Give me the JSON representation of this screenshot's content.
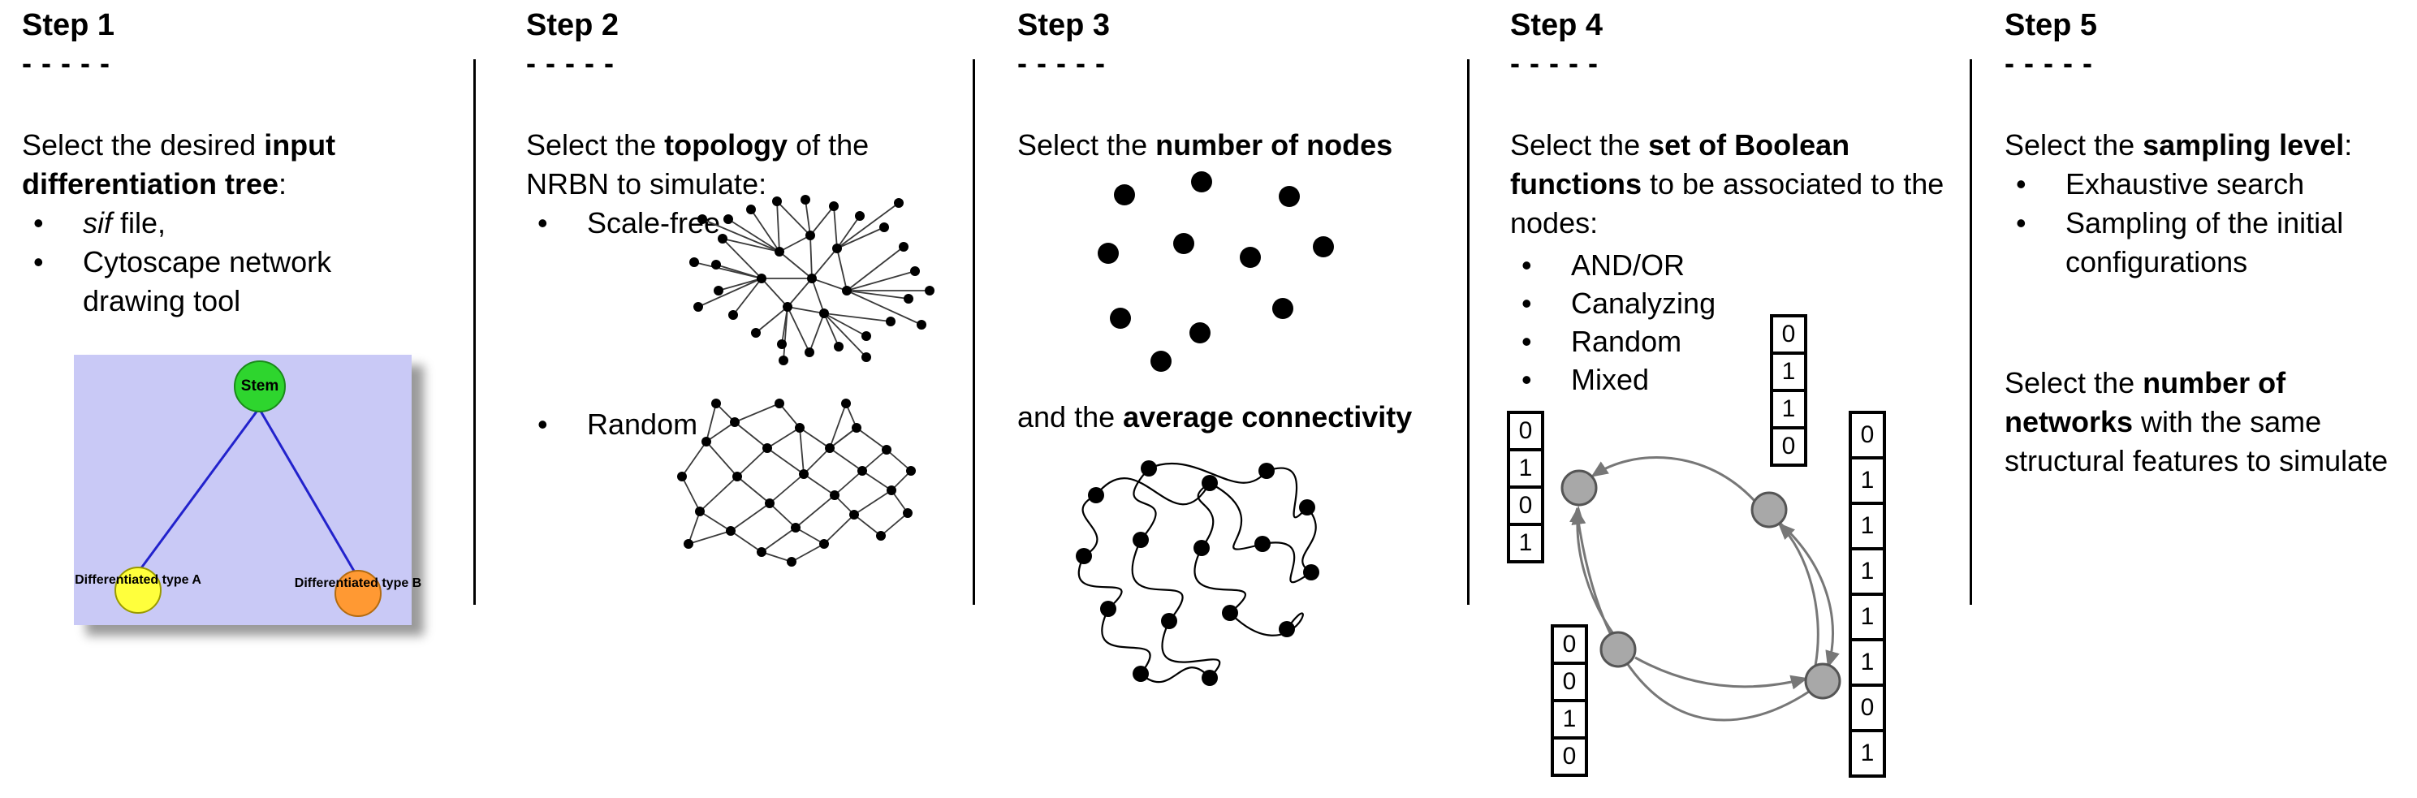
{
  "ui": {
    "bullet": "•"
  },
  "colors": {
    "tree_background": "#c9c9f6",
    "stem_node_fill": "#2ed52e",
    "type_a_node_fill": "#ffff3c",
    "type_b_node_fill": "#ff9933",
    "tree_edge_blue": "#2222cc",
    "network_dot": "#000000",
    "boolean_node_fill": "#a8a8a8",
    "arrow_gray": "#777777"
  },
  "steps": {
    "step1": {
      "title": "Step 1",
      "dashes": "- - - - -",
      "intro_pre": "Select the desired ",
      "intro_bold": "input differentiation tree",
      "intro_post": ":",
      "bullet1_italic": "sif",
      "bullet1_rest": " file,",
      "bullet2": "Cytoscape network drawing tool",
      "tree": {
        "stem_label": "Stem",
        "type_a_label": "Differentiated type A",
        "type_b_label": "Differentiated type B"
      }
    },
    "step2": {
      "title": "Step 2",
      "dashes": "- - - - -",
      "intro_pre": "Select the ",
      "intro_bold": "topology",
      "intro_post": " of the NRBN to simulate:",
      "bullet1": "Scale-free",
      "bullet2": "Random"
    },
    "step3": {
      "title": "Step 3",
      "dashes": "- - - - -",
      "line1_pre": "Select the ",
      "line1_bold": "number of nodes",
      "line2_pre": "and the ",
      "line2_bold": "average connectivity"
    },
    "step4": {
      "title": "Step 4",
      "dashes": "- - - - -",
      "intro_pre": "Select the ",
      "intro_bold": "set of Boolean functions",
      "intro_post": " to be associated to the nodes:",
      "bullets": [
        "AND/OR",
        "Canalyzing",
        "Random",
        "Mixed"
      ],
      "tables": {
        "top": [
          "0",
          "1",
          "1",
          "0"
        ],
        "left": [
          "0",
          "1",
          "0",
          "1"
        ],
        "bottom": [
          "0",
          "0",
          "1",
          "0"
        ],
        "right": [
          "0",
          "1",
          "1",
          "1",
          "1",
          "1",
          "0",
          "1"
        ]
      }
    },
    "step5": {
      "title": "Step 5",
      "dashes": "- - - - -",
      "intro_pre": "Select the ",
      "intro_bold": "sampling level",
      "intro_post": ":",
      "bullet1": "Exhaustive search",
      "bullet2": "Sampling of the initial configurations",
      "para2_pre": "Select the ",
      "para2_bold": "number of networks",
      "para2_post": " with the same structural features to simulate"
    }
  }
}
